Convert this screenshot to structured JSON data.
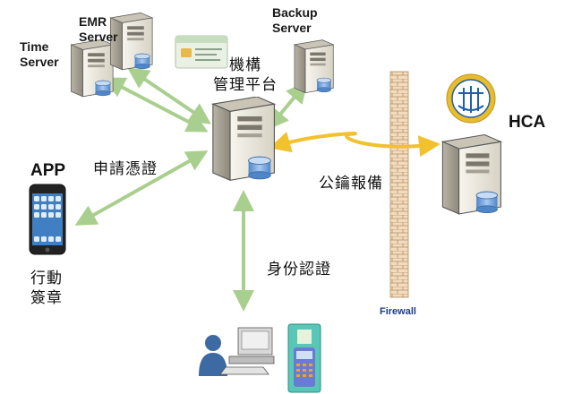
{
  "labels": {
    "time_server": [
      "Time",
      "Server"
    ],
    "emr_server": [
      "EMR",
      "Server"
    ],
    "backup_server": [
      "Backup",
      "Server"
    ],
    "platform": [
      "機構",
      "管理平台"
    ],
    "app": "APP",
    "apply_cert": "申請憑證",
    "mobile_sign": [
      "行動",
      "簽章"
    ],
    "report_key": "公鑰報備",
    "auth": "身份認證",
    "firewall": "Firewall",
    "hca": "HCA"
  },
  "colors": {
    "arrow_green": "#a9cf8e",
    "arrow_yellow": "#f2c12e",
    "firewall_brick": "#e8c9a0",
    "server_body": "#e9e5d9",
    "server_dark": "#8e8a7e",
    "db_blue": "#6f9fd8",
    "logo_blue": "#1f5fa8",
    "logo_gold": "#e9bc2b"
  }
}
